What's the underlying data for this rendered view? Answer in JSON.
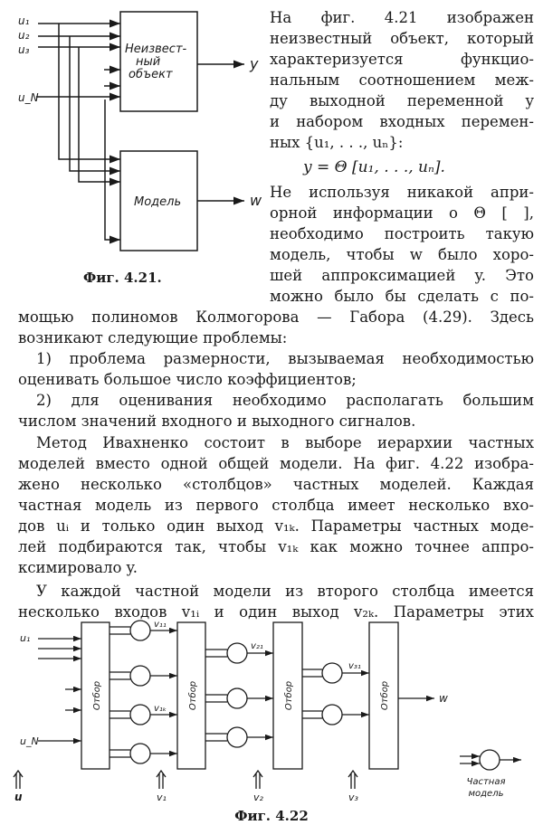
{
  "fig421": {
    "inputs": [
      "u₁",
      "u₂",
      "u₃",
      "u_N"
    ],
    "unknown_object": [
      "Неизвест-",
      "ный",
      "объект"
    ],
    "model": "Модель",
    "output_y": "y",
    "output_w": "w",
    "caption": "Фиг. 4.21."
  },
  "text": {
    "right_lines": [
      "На фиг. 4.21 изображен",
      "неизвестный объект, который",
      "характеризуется функцио-",
      "нальным соотношением меж-",
      "ду выходной переменной y",
      "и набором входных перемен-",
      "ных {u₁, . . ., uₙ}:"
    ],
    "formula": "y = Θ [u₁, . . ., uₙ].",
    "right_lines2": [
      "Не используя никакой апри-",
      "орной информации о Θ [ ],",
      "необходимо построить такую",
      "модель, чтобы w было хоро-",
      "шей аппроксимацией y. Это",
      "можно было бы сделать с по-"
    ],
    "full_lines": [
      "мощью полиномов Колмогорова — Габора (4.29). Здесь",
      "возникают следующие проблемы:",
      "1) проблема размерности, вызываемая необходимостью",
      "оценивать большое число коэффициентов;",
      "2) для оценивания необходимо располагать большим",
      "числом значений входного и выходного сигналов.",
      "Метод Ивахненко состоит в выборе иерархии частных",
      "моделей вместо одной общей модели. На фиг. 4.22 изобра-",
      "жено несколько «столбцов» частных моделей. Каждая",
      "частная модель из первого столбца имеет несколько вхо-",
      "дов uᵢ и только один выход v₁ₖ. Параметры частных моде-",
      "лей подбираются так, чтобы v₁ₖ как можно точнее аппро-",
      "ксимировало y.",
      "У каждой частной модели из второго столбца имеется",
      "несколько входов v₁ᵢ и один выход v₂ₖ. Параметры этих"
    ]
  },
  "fig422": {
    "selection": "Отбор",
    "inputs": [
      "u₁",
      "u_N"
    ],
    "labels": [
      "v₁₁",
      "v₁ₖ",
      "v₂₁",
      "v₃₁"
    ],
    "output": "w",
    "bottom": [
      "u",
      "v₁",
      "v₂",
      "v₃"
    ],
    "legend": [
      "Частная",
      "модель"
    ],
    "caption": "Фиг. 4.22"
  }
}
